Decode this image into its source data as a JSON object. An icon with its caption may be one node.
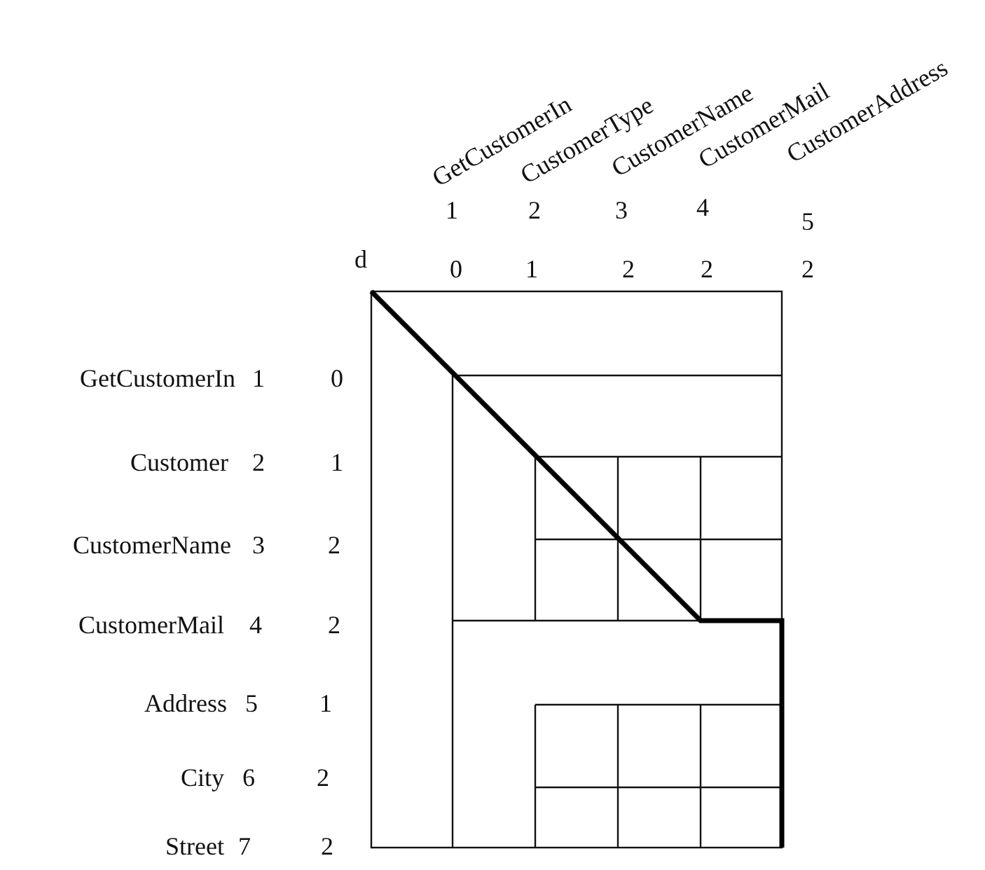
{
  "diagram": {
    "labels": [
      "GetCustomerIn",
      "CustomerType",
      "CustomerName",
      "CustomerMail",
      "CustomerAddress",
      "1",
      "2",
      "3",
      "4",
      "5",
      "d",
      "0",
      "1",
      "2",
      "2",
      "2",
      "GetCustomerIn",
      "1",
      "0",
      "Customer",
      "2",
      "1",
      "CustomerName",
      "3",
      "2",
      "CustomerMail",
      "4",
      "2",
      "Address",
      "5",
      "1",
      "City",
      "6",
      "2",
      "Street",
      "7",
      "2"
    ]
  }
}
